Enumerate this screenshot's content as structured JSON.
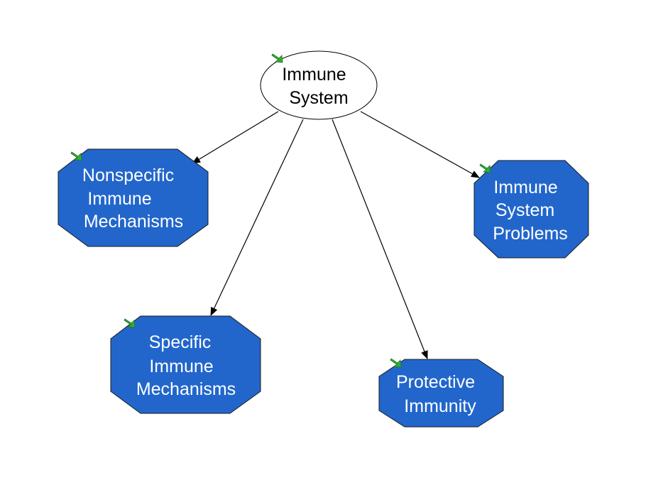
{
  "colors": {
    "node_fill": "#2266CC",
    "node_stroke": "#1a1a1a",
    "node_text": "#ffffff",
    "root_fill": "#ffffff",
    "root_text": "#000000",
    "edge": "#000000",
    "link_icon": "#33AA33"
  },
  "root": {
    "lines": [
      "Immune",
      "System"
    ],
    "icon": "link-arrow-icon"
  },
  "nodes": [
    {
      "id": "nonspecific",
      "lines": [
        "Nonspecific",
        "Immune",
        "Mechanisms"
      ],
      "icon": "link-arrow-icon"
    },
    {
      "id": "specific",
      "lines": [
        "Specific",
        "Immune",
        "Mechanisms"
      ],
      "icon": "link-arrow-icon"
    },
    {
      "id": "protective",
      "lines": [
        "Protective",
        "Immunity"
      ],
      "icon": "link-arrow-icon"
    },
    {
      "id": "problems",
      "lines": [
        "Immune",
        "System",
        "Problems"
      ],
      "icon": "link-arrow-icon"
    }
  ]
}
